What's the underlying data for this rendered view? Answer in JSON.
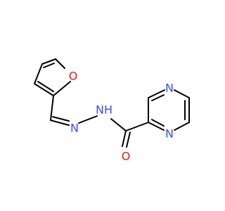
{
  "molecule": {
    "atoms": {
      "furan_oxygen": "O",
      "hydrazone_nitrogen": "N",
      "amide_nitrogen": "NH",
      "carbonyl_oxygen": "O",
      "pyrazine_nitrogen_top": "N",
      "pyrazine_nitrogen_bottom": "N"
    }
  },
  "colors": {
    "bond": "#000000",
    "oxygen": "#ff0d0d",
    "nitrogen": "#3050f8"
  }
}
